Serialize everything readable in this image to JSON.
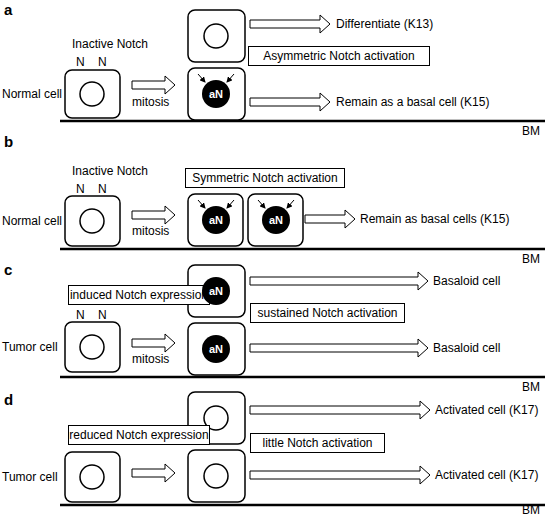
{
  "diagram": {
    "nodes": [
      {
        "text": [
          "Asymmetric Notch activation"
        ]
      },
      {
        "text": [
          "aN"
        ]
      },
      {
        "text": [
          "Symmetric Notch activation"
        ]
      },
      {
        "text": [
          "aN"
        ]
      },
      {
        "text": [
          "aN"
        ]
      },
      {
        "text": [
          "induced Notch expression"
        ]
      },
      {
        "text": [
          "aN"
        ]
      },
      {
        "text": [
          "sustained Notch activation"
        ]
      },
      {
        "text": [
          "aN"
        ]
      },
      {
        "text": [
          "reduced Notch expression"
        ]
      },
      {
        "text": [
          "little Notch activation"
        ]
      }
    ],
    "labels": [
      "a",
      "Inactive Notch",
      "N N",
      "Normal cell",
      "mitosis",
      "BM",
      "Differentiate (K13)",
      "Remain as a basal cell (K15)",
      "b",
      "Inactive Notch",
      "N N",
      "Normal cell",
      "mitosis",
      "BM",
      "Remain as basal cells (K15)",
      "c",
      "N N",
      "Tumor cell",
      "mitosis",
      "BM",
      "Basaloid cell",
      "Basaloid cell",
      "d",
      "Tumor cell",
      "BM",
      "Activated cell (K17)",
      "Activated cell (K17)"
    ]
  }
}
